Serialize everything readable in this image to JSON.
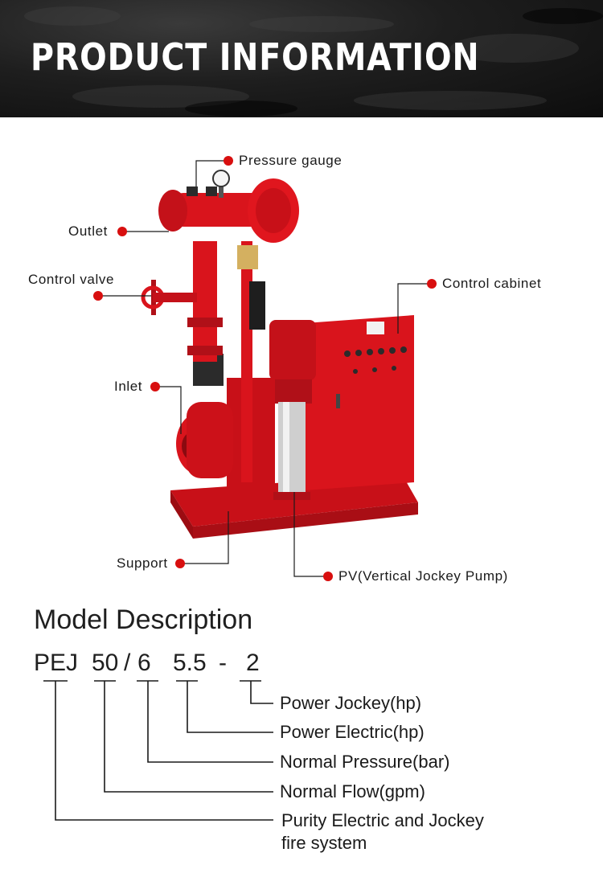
{
  "banner": {
    "title": "PRODUCT INFORMATION"
  },
  "callouts": {
    "pressure_gauge": "Pressure gauge",
    "outlet": "Outlet",
    "control_valve": "Control valve",
    "control_cabinet": "Control cabinet",
    "inlet": "Inlet",
    "support": "Support",
    "pv": "PV(Vertical Jockey Pump)"
  },
  "model": {
    "heading": "Model Description",
    "code": {
      "series": "PEJ",
      "flow": "50",
      "slash": "/",
      "pressure": "6",
      "power": "5.5",
      "dash": "-",
      "jockey": "2"
    },
    "descriptions": {
      "jockey": "Power Jockey(hp)",
      "power": "Power Electric(hp)",
      "pressure": "Normal Pressure(bar)",
      "flow": "Normal Flow(gpm)",
      "series_line1": "Purity Electric and Jockey",
      "series_line2": "fire system"
    }
  },
  "colors": {
    "accent": "#d80f0f",
    "equipment_red": "#d9141c",
    "banner_dark": "#1a1a1a"
  }
}
